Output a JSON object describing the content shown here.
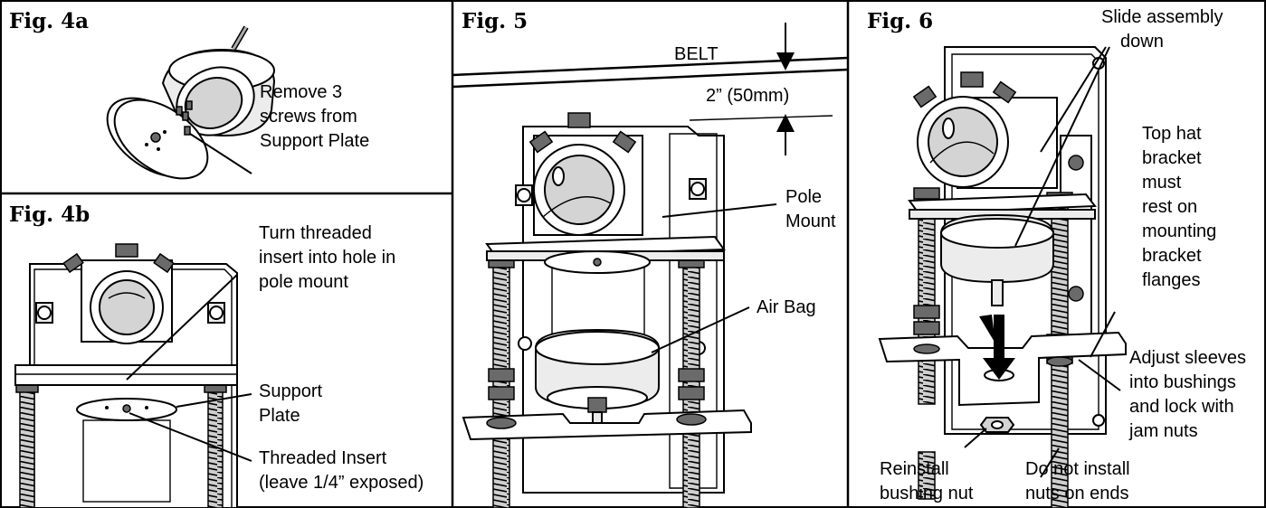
{
  "figures": {
    "fig4a": {
      "title": "Fig. 4a",
      "callouts": {
        "remove_line1": "Remove 3",
        "remove_line2": "screws from",
        "remove_line3": "Support Plate"
      }
    },
    "fig4b": {
      "title": "Fig. 4b",
      "callouts": {
        "turn_line1": "Turn threaded",
        "turn_line2": "insert into hole in",
        "turn_line3": "pole mount",
        "support_line1": "Support",
        "support_line2": "Plate",
        "insert_line1": "Threaded Insert",
        "insert_line2": "(leave 1/4” exposed)"
      }
    },
    "fig5": {
      "title": "Fig. 5",
      "callouts": {
        "belt": "BELT",
        "gap": "2” (50mm)",
        "pole_line1": "Pole",
        "pole_line2": "Mount",
        "airbag": "Air Bag"
      }
    },
    "fig6": {
      "title": "Fig. 6",
      "callouts": {
        "slide_line1": "Slide assembly",
        "slide_line2": "down",
        "tophat_line1": "Top hat",
        "tophat_line2": "bracket",
        "tophat_line3": "must",
        "tophat_line4": "rest on",
        "tophat_line5": "mounting",
        "tophat_line6": "bracket",
        "tophat_line7": "flanges",
        "adjust_line1": "Adjust sleeves",
        "adjust_line2": "into bushings",
        "adjust_line3": "and lock with",
        "adjust_line4": "jam nuts",
        "reinstall_line1": "Reinstall",
        "reinstall_line2": "bushing nut",
        "donot_line1": "Do not install",
        "donot_line2": "nuts on ends"
      }
    }
  }
}
